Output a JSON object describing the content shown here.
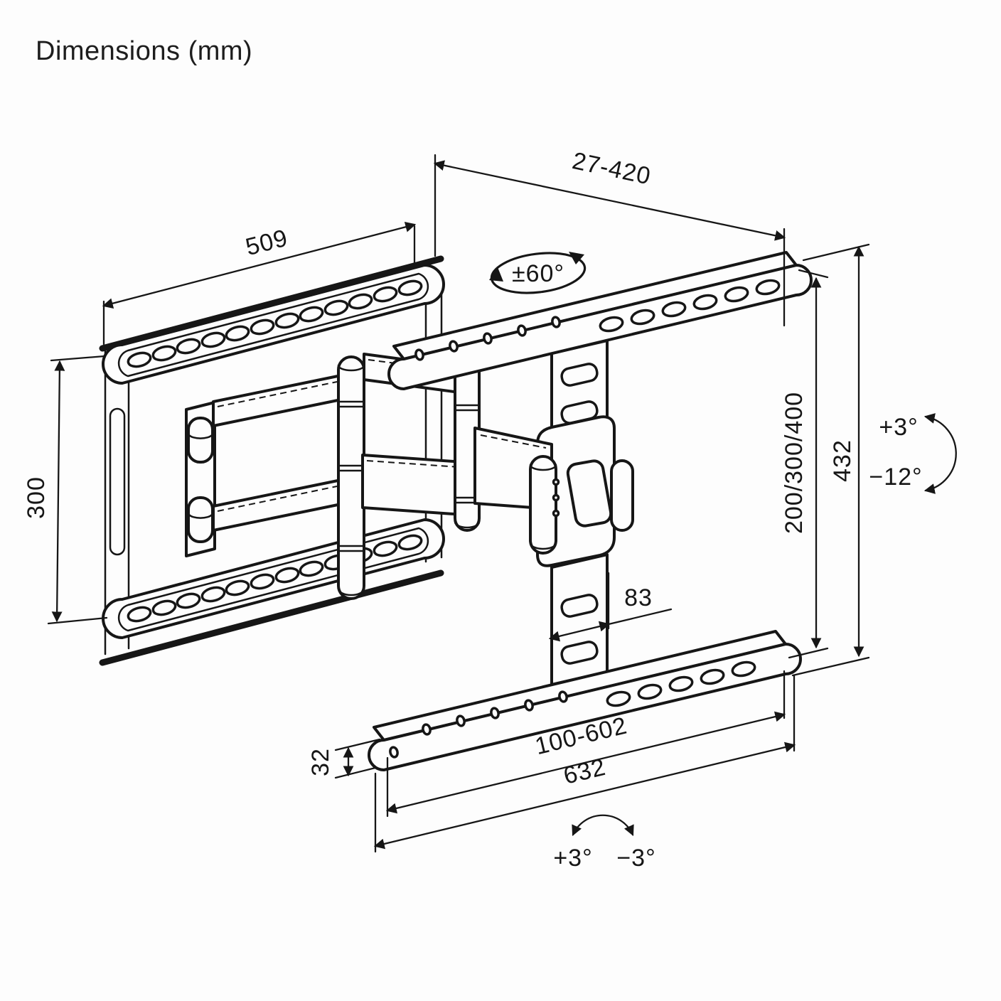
{
  "title": "Dimensions (mm)",
  "drawing": {
    "subject": "full-motion articulating TV wall mount",
    "units": "mm",
    "line_color": "#161616",
    "background_color": "#fdfdfd"
  },
  "labels": {
    "wall_plate_width": "509",
    "wall_plate_height": "300",
    "extension_range": "27-420",
    "swivel_range": "±60°",
    "bracket_height": "432",
    "vesa_vertical": "200/300/400",
    "tilt_up": "+3°",
    "tilt_down": "−12°",
    "center_bracket_width": "83",
    "rail_thickness": "32",
    "mounting_slot_range": "100-602",
    "tv_bracket_width": "632",
    "level_plus": "+3°",
    "level_minus": "−3°"
  }
}
